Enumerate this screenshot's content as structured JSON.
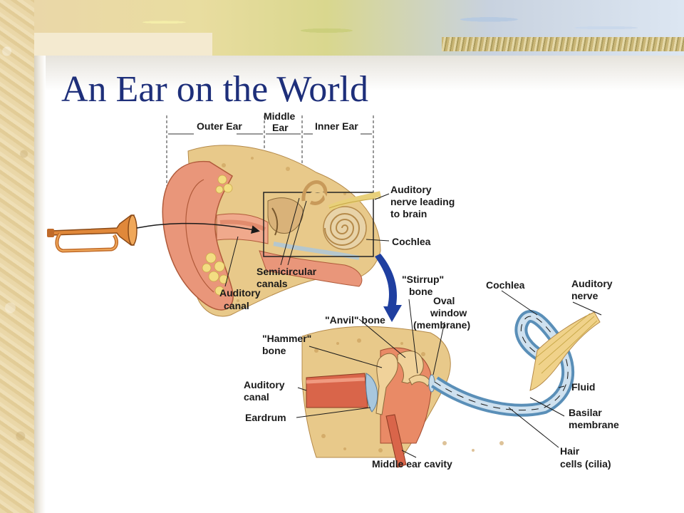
{
  "slide": {
    "title": "An Ear on the World"
  },
  "diagram": {
    "sections": {
      "outer_ear": "Outer Ear",
      "middle_ear_line1": "Middle",
      "middle_ear_line2": "Ear",
      "inner_ear": "Inner Ear"
    },
    "upper_labels": {
      "auditory_nerve_1": "Auditory",
      "auditory_nerve_2": "nerve leading",
      "auditory_nerve_3": "to brain",
      "cochlea": "Cochlea",
      "semicircular_1": "Semicircular",
      "semicircular_2": "canals",
      "auditory_canal_1": "Auditory",
      "auditory_canal_2": "canal"
    },
    "lower_labels": {
      "stirrup_1": "\"Stirrup\"",
      "stirrup_2": "bone",
      "oval_1": "Oval",
      "oval_2": "window",
      "oval_3": "(membrane)",
      "cochlea": "Cochlea",
      "auditory_nerve_1": "Auditory",
      "auditory_nerve_2": "nerve",
      "anvil": "\"Anvil\" bone",
      "hammer_1": "\"Hammer\"",
      "hammer_2": "bone",
      "auditory_canal_1": "Auditory",
      "auditory_canal_2": "canal",
      "eardrum": "Eardrum",
      "fluid": "Fluid",
      "basilar_1": "Basilar",
      "basilar_2": "membrane",
      "hair_1": "Hair",
      "hair_2": "cells (cilia)",
      "middle_cavity": "Middle ear cavity"
    },
    "colors": {
      "title": "#1e2f7a",
      "flesh": "#e9967a",
      "bone": "#e8c98a",
      "cochlea_blue": "#8fb7d6",
      "arrow_blue": "#1f3fa0"
    }
  }
}
